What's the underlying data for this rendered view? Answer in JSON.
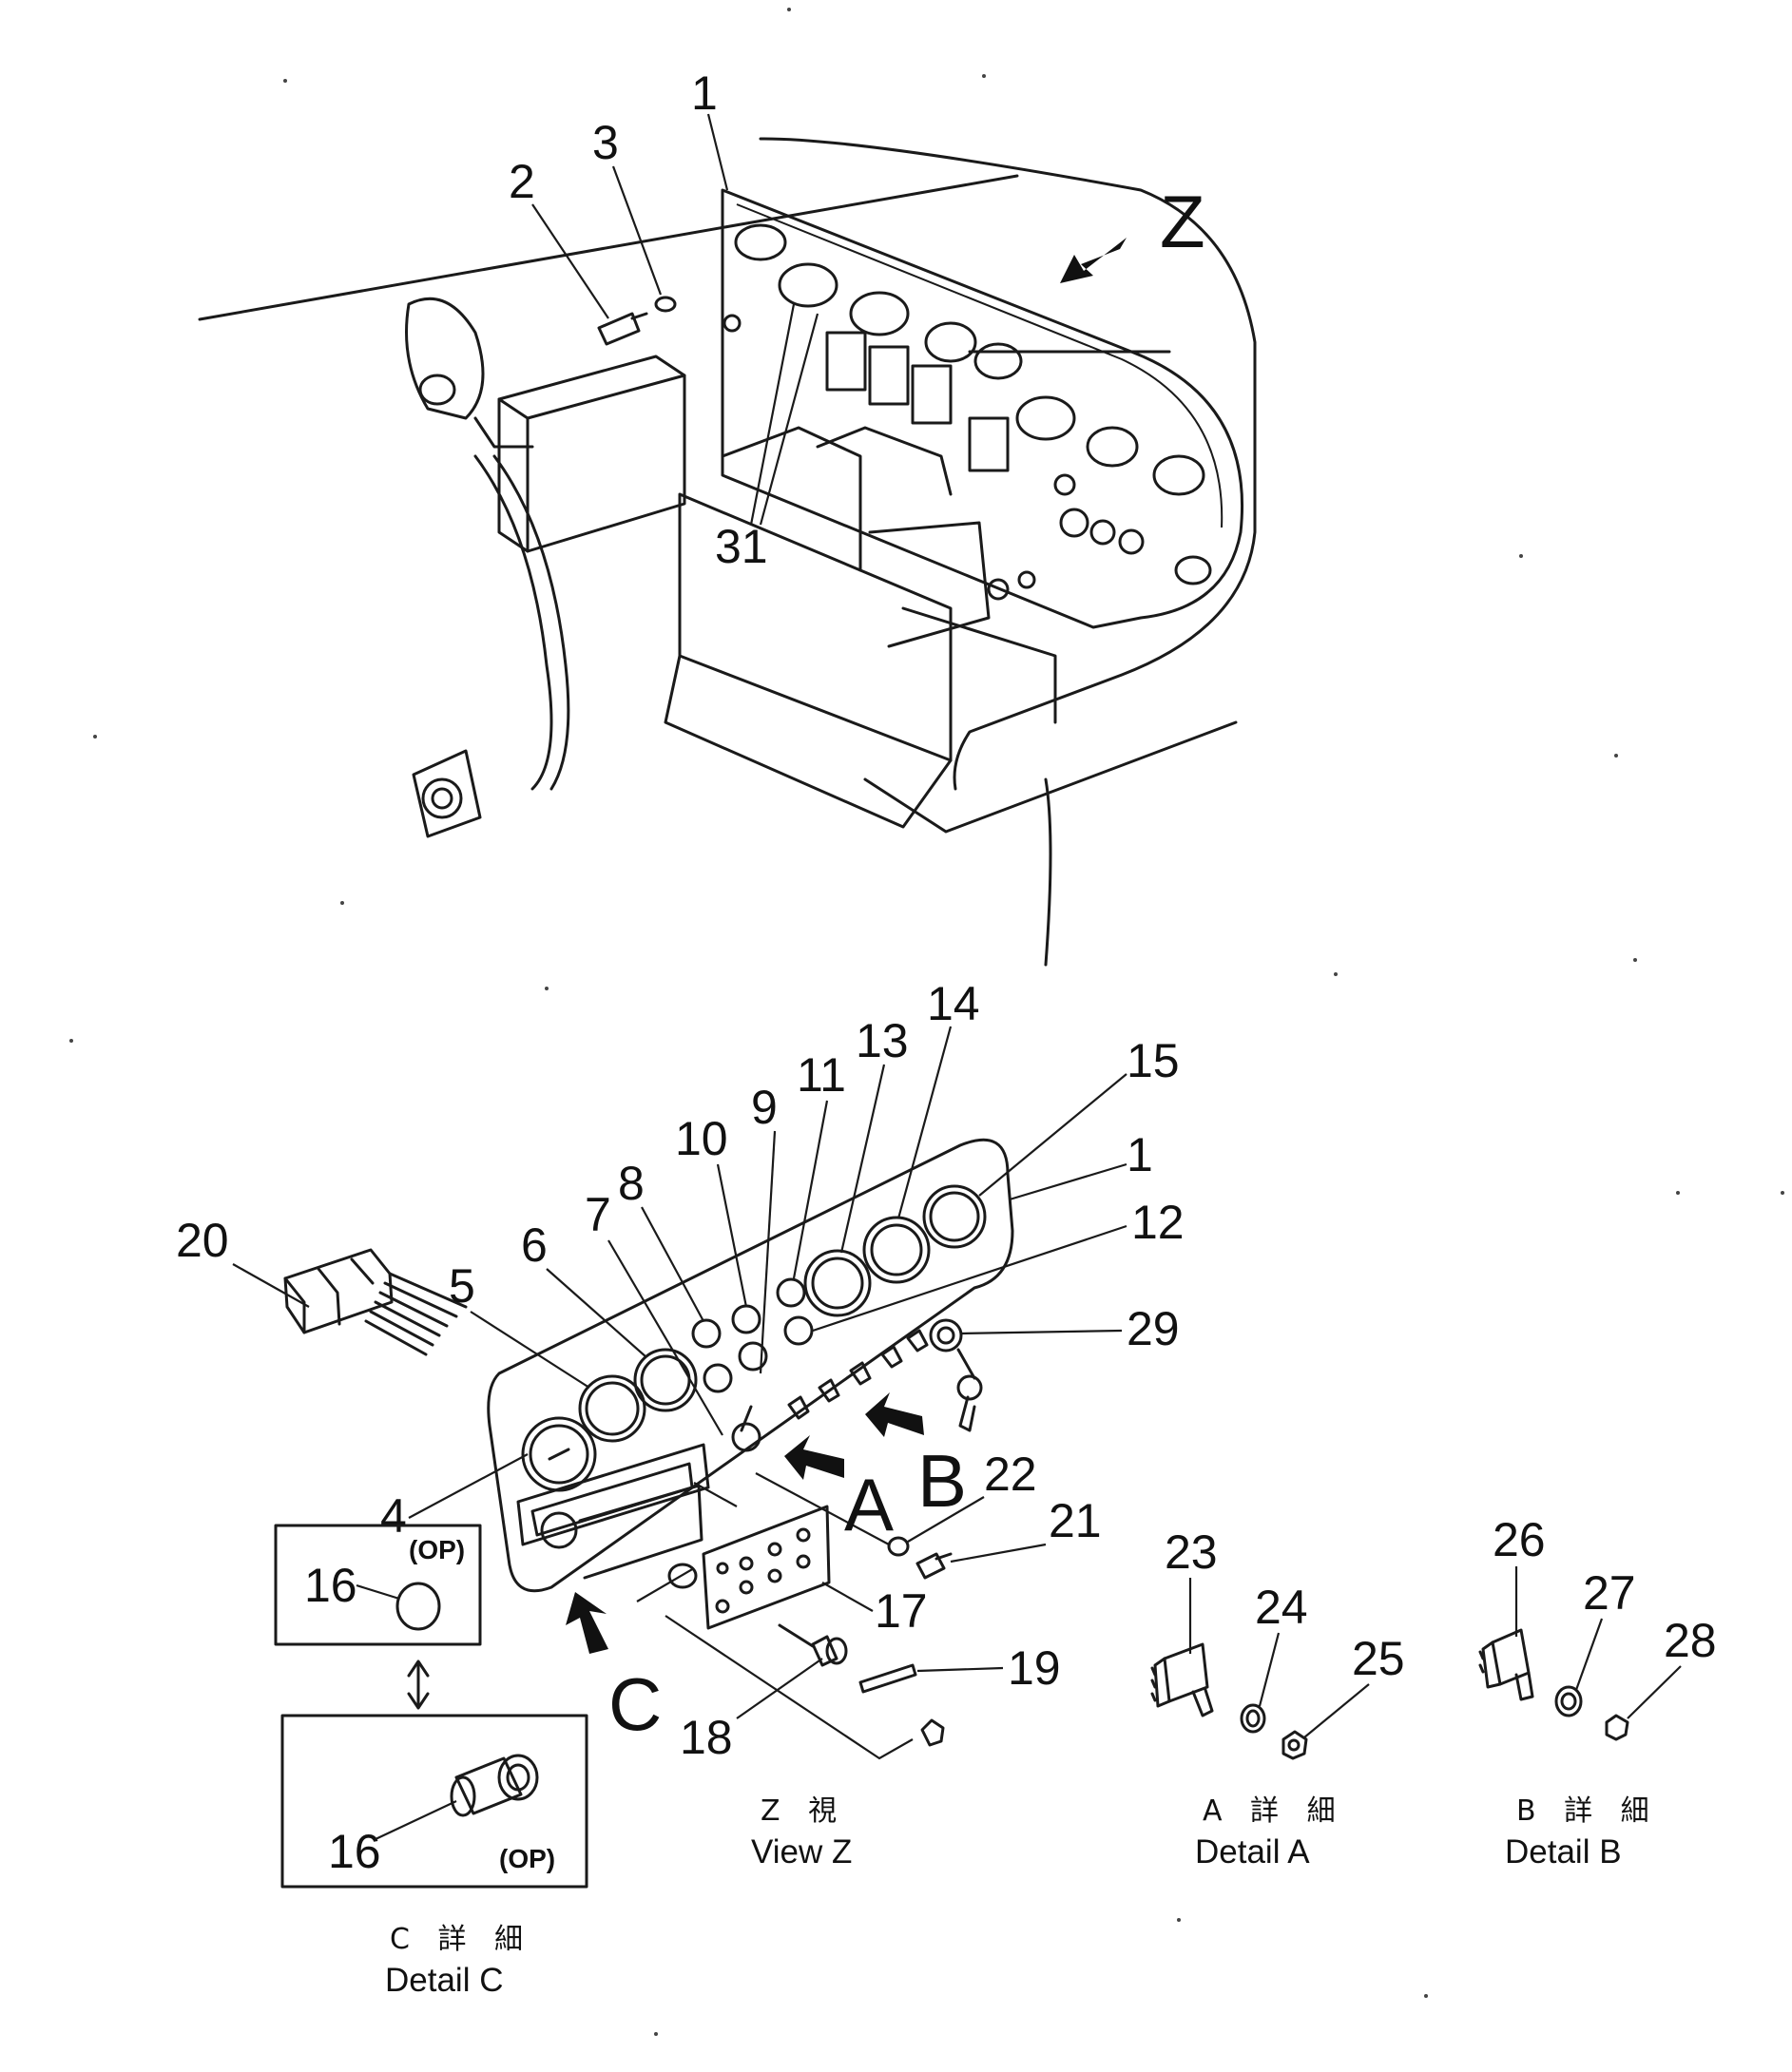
{
  "callouts": {
    "c1_top": "1",
    "c2": "2",
    "c3": "3",
    "c31": "31",
    "c4": "4",
    "c5": "5",
    "c6": "6",
    "c7": "7",
    "c8": "8",
    "c9": "9",
    "c10": "10",
    "c11": "11",
    "c12": "12",
    "c13": "13",
    "c14": "14",
    "c15": "15",
    "c1_panel": "1",
    "c16_a": "16",
    "c16_b": "16",
    "c17": "17",
    "c18": "18",
    "c19": "19",
    "c20": "20",
    "c21": "21",
    "c22": "22",
    "c23": "23",
    "c24": "24",
    "c25": "25",
    "c26": "26",
    "c27": "27",
    "c28": "28",
    "c29": "29"
  },
  "view_letters": {
    "z": "Z",
    "a": "A",
    "b": "B",
    "c": "C"
  },
  "options": {
    "op_a": "(OP)",
    "op_b": "(OP)"
  },
  "captions": {
    "view_z_ja": "Z 視",
    "view_z_en": "View Z",
    "detail_a_ja": "A 詳 細",
    "detail_a_en": "Detail A",
    "detail_b_ja": "B 詳 細",
    "detail_b_en": "Detail B",
    "detail_c_ja": "C 詳 細",
    "detail_c_en": "Detail C"
  }
}
